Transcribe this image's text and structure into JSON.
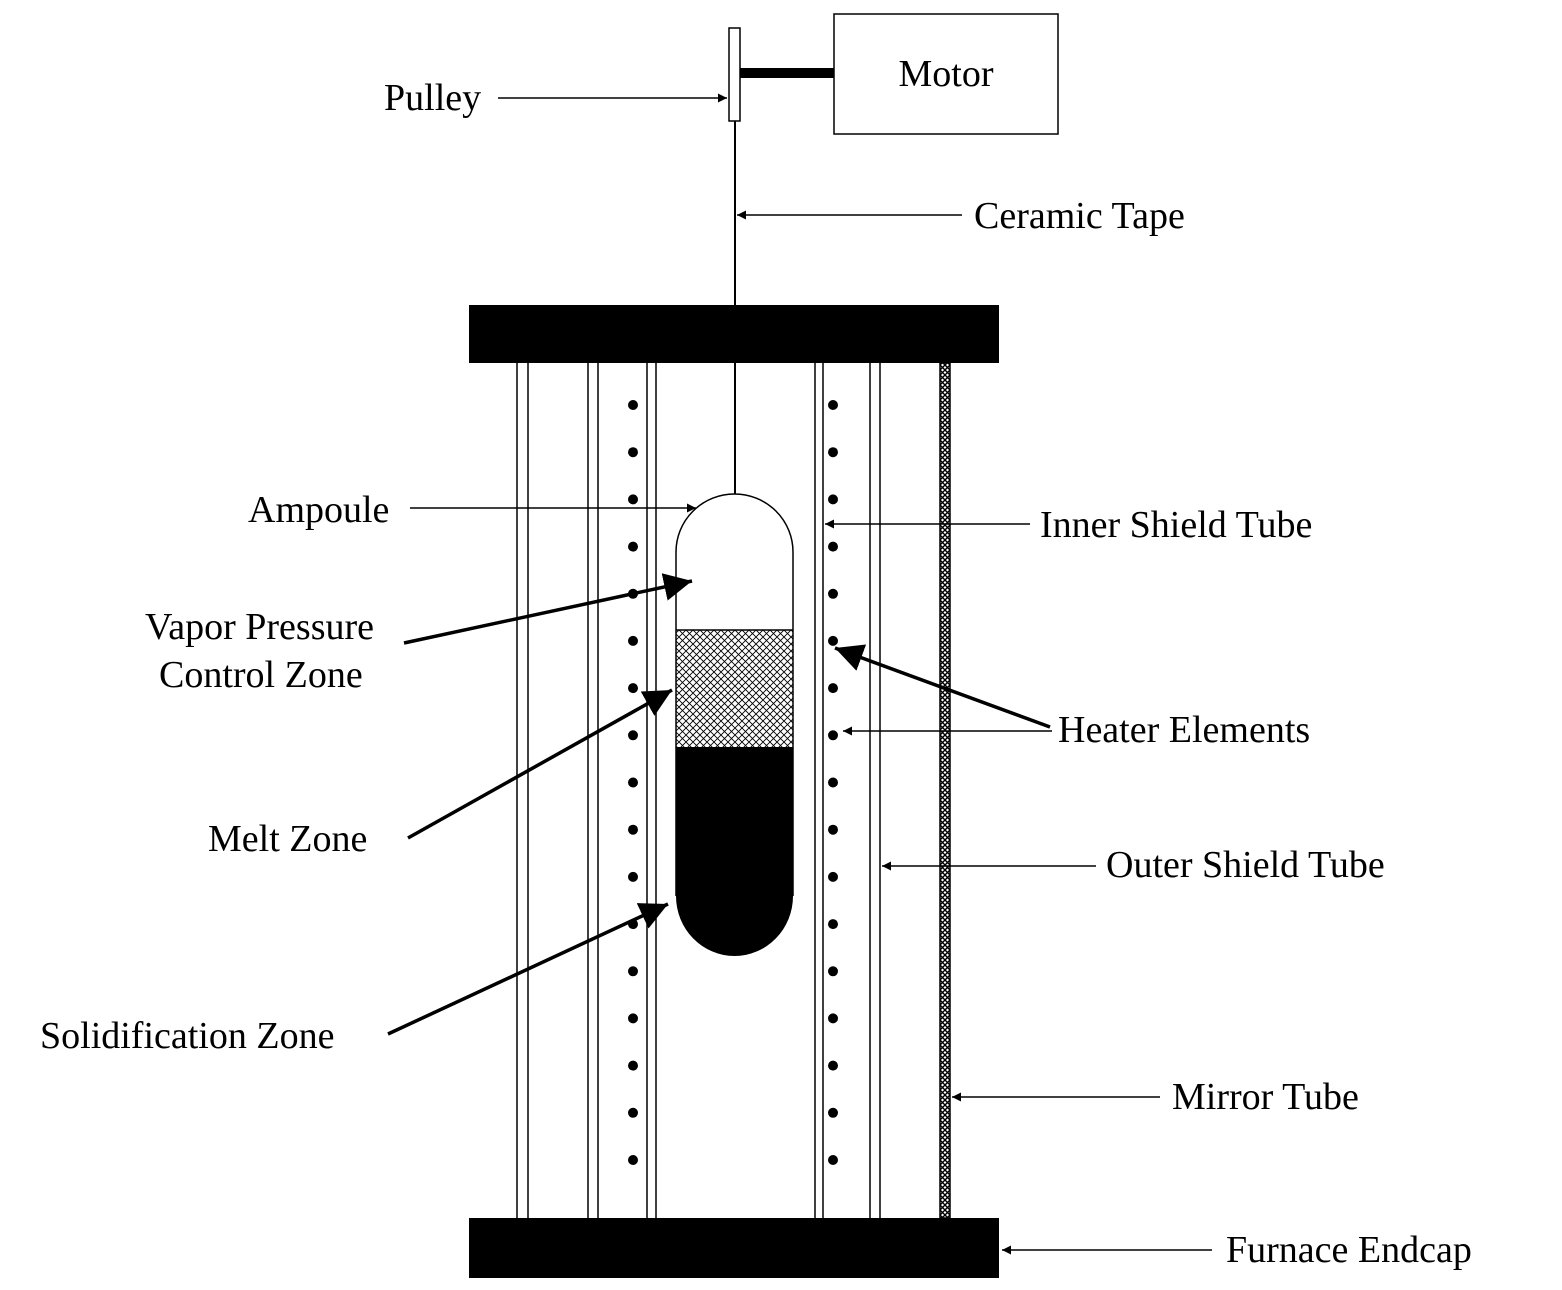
{
  "labels": {
    "motor": "Motor",
    "pulley": "Pulley",
    "ceramic_tape": "Ceramic Tape",
    "ampoule": "Ampoule",
    "inner_shield_tube": "Inner Shield Tube",
    "vapor_line1": "Vapor Pressure",
    "vapor_line2": "Control Zone",
    "heater_elements": "Heater Elements",
    "melt_zone": "Melt Zone",
    "outer_shield_tube": "Outer Shield Tube",
    "solidification_zone": "Solidification Zone",
    "mirror_tube": "Mirror Tube",
    "furnace_endcap": "Furnace Endcap"
  },
  "heater_element_count_per_side": 17,
  "colors": {
    "ink": "#000000",
    "background": "#ffffff"
  }
}
